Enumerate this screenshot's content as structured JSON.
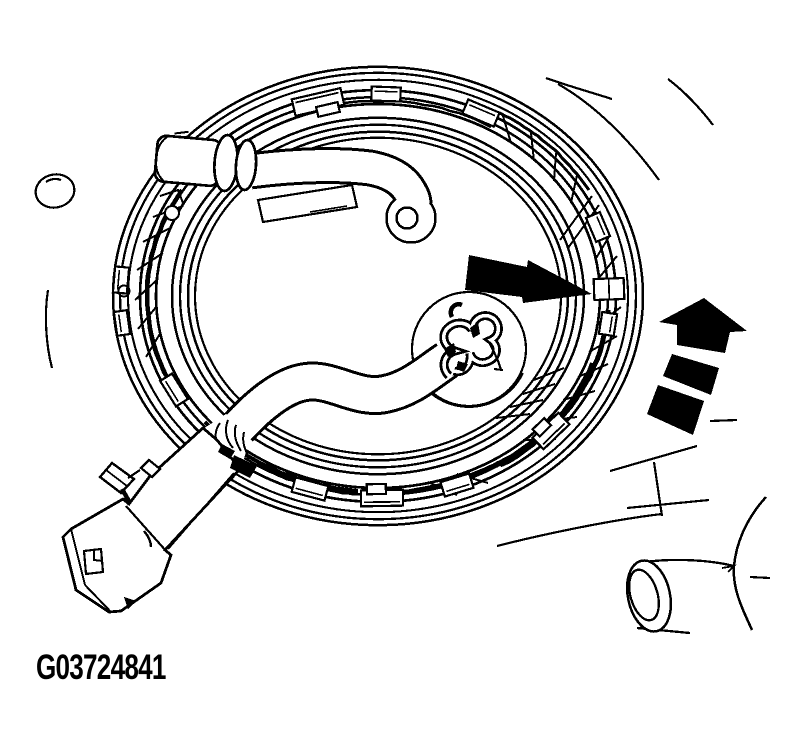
{
  "figure": {
    "code": "G03724841",
    "type": "technical-line-illustration",
    "subject": "Fuel pump module lock ring with supply tube, wiring connector and rotation arrows"
  },
  "colors": {
    "ink": "#000000",
    "background": "#ffffff"
  }
}
